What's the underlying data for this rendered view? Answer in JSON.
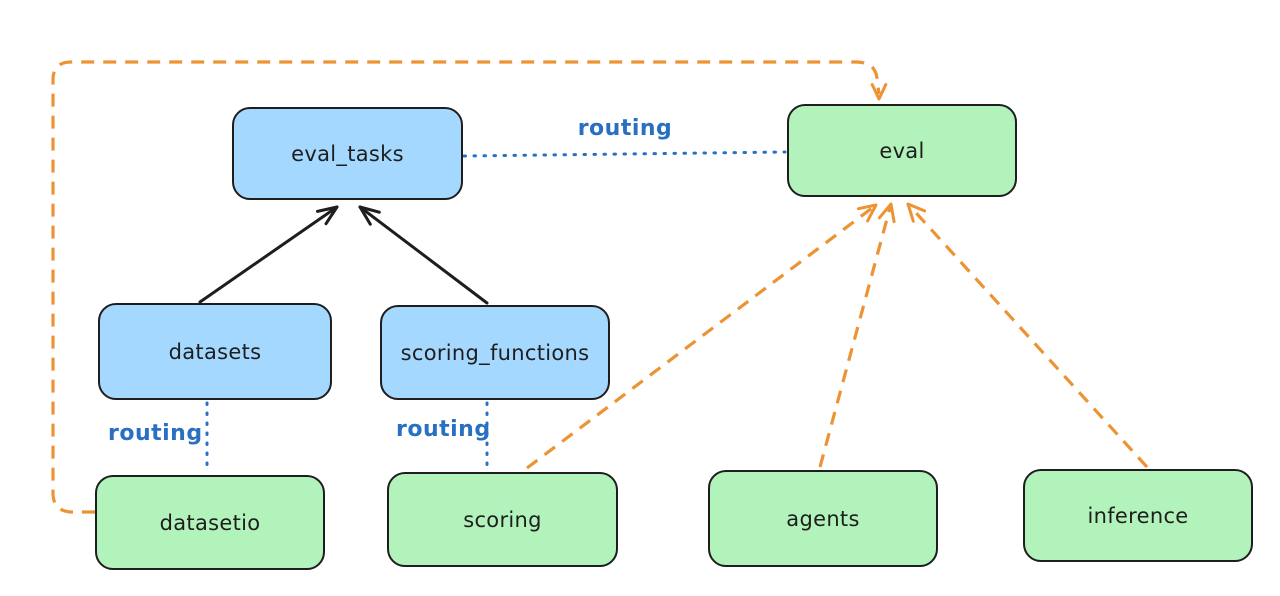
{
  "colors": {
    "canvas": "#ffffff",
    "ink": "#1e1e1e",
    "blue-fill": "#a5d8ff",
    "green-fill": "#b2f2bb",
    "routing-blue": "#2970c2",
    "orange": "#ec9434"
  },
  "diagram": {
    "nodes": [
      {
        "id": "eval_tasks",
        "label": "eval_tasks",
        "fill": "blue"
      },
      {
        "id": "eval",
        "label": "eval",
        "fill": "green"
      },
      {
        "id": "datasets",
        "label": "datasets",
        "fill": "blue"
      },
      {
        "id": "scoring_functions",
        "label": "scoring_functions",
        "fill": "blue"
      },
      {
        "id": "datasetio",
        "label": "datasetio",
        "fill": "green"
      },
      {
        "id": "scoring",
        "label": "scoring",
        "fill": "green"
      },
      {
        "id": "agents",
        "label": "agents",
        "fill": "green"
      },
      {
        "id": "inference",
        "label": "inference",
        "fill": "green"
      }
    ],
    "edges": [
      {
        "from": "eval_tasks",
        "to": "eval",
        "style": "dotted",
        "color": "routing-blue",
        "label": "routing"
      },
      {
        "from": "datasets",
        "to": "datasetio",
        "style": "dotted",
        "color": "routing-blue",
        "label": "routing"
      },
      {
        "from": "scoring_functions",
        "to": "scoring",
        "style": "dotted",
        "color": "routing-blue",
        "label": "routing"
      },
      {
        "from": "datasets",
        "to": "eval_tasks",
        "style": "solid-arrow",
        "color": "ink"
      },
      {
        "from": "scoring_functions",
        "to": "eval_tasks",
        "style": "solid-arrow",
        "color": "ink"
      },
      {
        "from": "datasetio",
        "to": "eval",
        "style": "dashed-arrow",
        "color": "orange"
      },
      {
        "from": "scoring",
        "to": "eval",
        "style": "dashed-arrow",
        "color": "orange"
      },
      {
        "from": "agents",
        "to": "eval",
        "style": "dashed-arrow",
        "color": "orange"
      },
      {
        "from": "inference",
        "to": "eval",
        "style": "dashed-arrow",
        "color": "orange"
      }
    ]
  }
}
